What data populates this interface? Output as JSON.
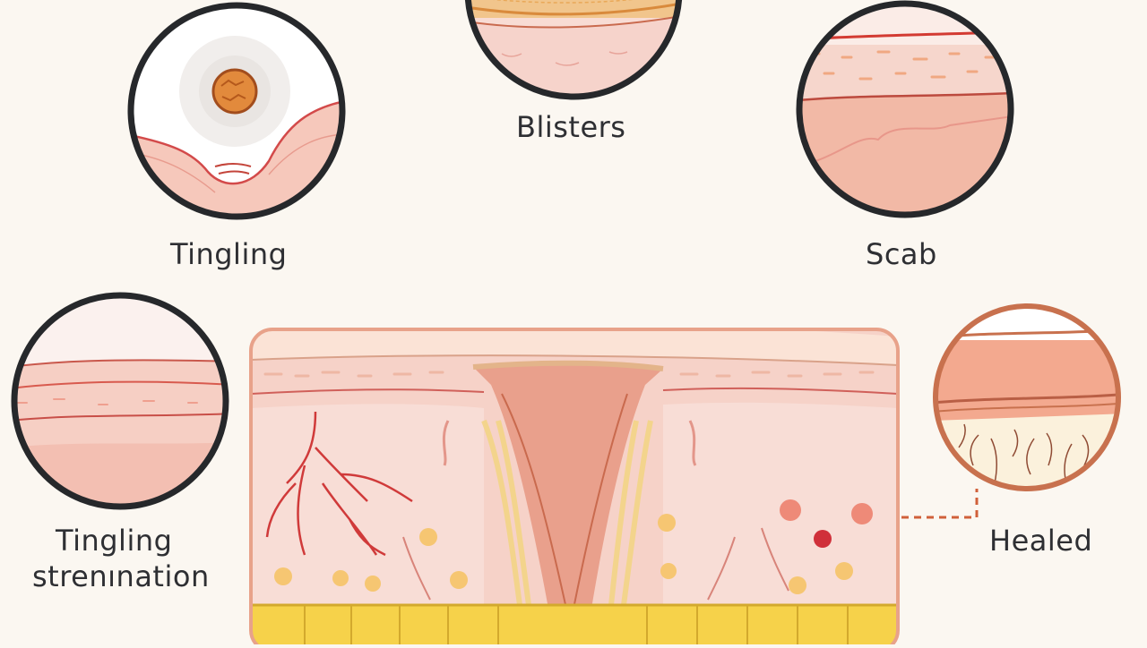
{
  "labels": {
    "tingling": "Tingling",
    "blisters": "Blisters",
    "scab": "Scab",
    "healed": "Healed",
    "tingling_sensation_line1": "Tingling",
    "tingling_sensation_line2": "strenınation"
  },
  "colors": {
    "background": "#fbf7f1",
    "skin_light": "#f8dcd4",
    "skin_mid": "#f2b8a6",
    "skin_dark": "#e9a08c",
    "vessel_red": "#d03a3a",
    "fat_yellow": "#f6d24a",
    "outline_dark": "#26282b",
    "outline_copper": "#c8714e"
  }
}
